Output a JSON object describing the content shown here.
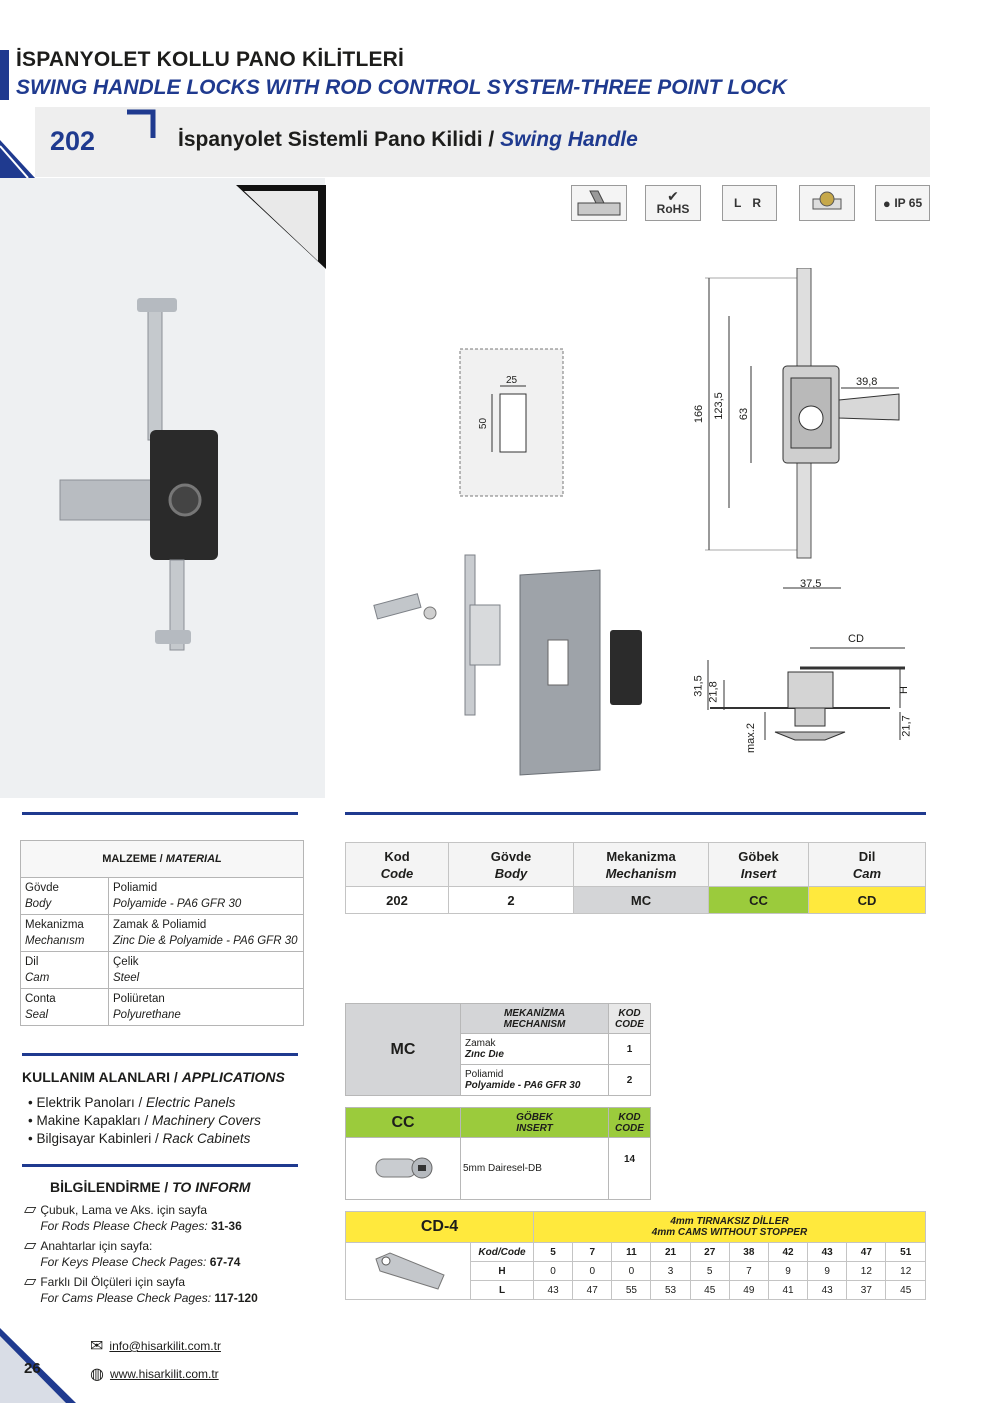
{
  "header": {
    "title_tr": "İSPANYOLET KOLLU PANO KİLİTLERİ",
    "title_en": "SWING HANDLE LOCKS WITH ROD CONTROL SYSTEM-THREE POINT LOCK"
  },
  "product": {
    "number": "202",
    "name_tr": "İspanyolet Sistemli Pano Kilidi",
    "separator": "/",
    "name_en": "Swing Handle"
  },
  "icons": [
    {
      "name": "rail-icon",
      "label": ""
    },
    {
      "name": "rohs-icon",
      "label": "RoHS"
    },
    {
      "name": "left-right-icon",
      "label": "L R"
    },
    {
      "name": "cylinder-icon",
      "label": ""
    },
    {
      "name": "ip65-icon",
      "label": "IP 65"
    }
  ],
  "dimensions": {
    "cutout_w": "25",
    "cutout_h": "50",
    "d166": "166",
    "d1235": "123,5",
    "d63": "63",
    "d398": "39,8",
    "d375": "37,5",
    "cd": "CD",
    "d315": "31,5",
    "d218": "21,8",
    "h": "H",
    "d217": "21,7",
    "max2": "max.2"
  },
  "material": {
    "title_tr": "MALZEME /",
    "title_en": "MATERIAL",
    "rows": [
      {
        "k_tr": "Gövde",
        "k_en": "Body",
        "v_tr": "Poliamid",
        "v_en": "Polyamide - PA6 GFR 30"
      },
      {
        "k_tr": "Mekanizma",
        "k_en": "Mechanısm",
        "v_tr": "Zamak & Poliamid",
        "v_en": "Zinc Die & Polyamide - PA6 GFR 30"
      },
      {
        "k_tr": "Dil",
        "k_en": "Cam",
        "v_tr": "Çelik",
        "v_en": "Steel"
      },
      {
        "k_tr": "Conta",
        "k_en": "Seal",
        "v_tr": "Poliüretan",
        "v_en": "Polyurethane"
      }
    ]
  },
  "code_table": {
    "headers": [
      {
        "tr": "Kod",
        "en": "Code"
      },
      {
        "tr": "Gövde",
        "en": "Body"
      },
      {
        "tr": "Mekanizma",
        "en": "Mechanism"
      },
      {
        "tr": "Göbek",
        "en": "Insert"
      },
      {
        "tr": "Dil",
        "en": "Cam"
      }
    ],
    "values": [
      "202",
      "2",
      "MC",
      "CC",
      "CD"
    ],
    "colors": {
      "mc": "#d4d5d7",
      "cc": "#9bcb3c",
      "cd": "#ffe93d"
    }
  },
  "applications": {
    "title_tr": "KULLANIM ALANLARI /",
    "title_en": "APPLICATIONS",
    "items": [
      {
        "tr": "• Elektrik Panoları /",
        "en": "Electric Panels"
      },
      {
        "tr": "• Makine Kapakları /",
        "en": "Machinery Covers"
      },
      {
        "tr": "• Bilgisayar Kabinleri /",
        "en": "Rack Cabinets"
      }
    ]
  },
  "inform": {
    "title_tr": "BİLGİLENDİRME /",
    "title_en": "TO INFORM",
    "items": [
      {
        "tr": "Çubuk, Lama ve Aks. için sayfa",
        "en": "For Rods Please Check Pages:",
        "pages": "31-36"
      },
      {
        "tr": "Anahtarlar için sayfa:",
        "en": "For Keys Please Check Pages:",
        "pages": "67-74"
      },
      {
        "tr": "Farklı Dil Ölçüleri için sayfa",
        "en": "For Cams Please Check Pages:",
        "pages": "117-120"
      }
    ]
  },
  "mc_table": {
    "label": "MC",
    "head1_tr": "MEKANİZMA",
    "head1_en": "MECHANISM",
    "head2_tr": "KOD",
    "head2_en": "CODE",
    "rows": [
      {
        "tr": "Zamak",
        "en": "Zınc Dıe",
        "code": "1"
      },
      {
        "tr": "Poliamid",
        "en": "Polyamide - PA6 GFR 30",
        "code": "2"
      }
    ]
  },
  "cc_table": {
    "label": "CC",
    "head1_tr": "GÖBEK",
    "head1_en": "INSERT",
    "head2_tr": "KOD",
    "head2_en": "CODE",
    "desc": "5mm Dairesel-DB",
    "code": "14"
  },
  "cd_table": {
    "label": "CD-4",
    "title_tr": "4mm TIRNAKSIZ DİLLER",
    "title_en": "4mm CAMS WITHOUT STOPPER",
    "row_labels": [
      "Kod/Code",
      "H",
      "L"
    ],
    "codes": [
      "5",
      "7",
      "11",
      "21",
      "27",
      "38",
      "42",
      "43",
      "47",
      "51"
    ],
    "h": [
      "0",
      "0",
      "0",
      "3",
      "5",
      "7",
      "9",
      "9",
      "12",
      "12"
    ],
    "l": [
      "43",
      "47",
      "55",
      "53",
      "45",
      "49",
      "41",
      "43",
      "37",
      "45"
    ]
  },
  "footer": {
    "page": "26",
    "email": "info@hisarkilit.com.tr",
    "web": "www.hisarkilit.com.tr"
  }
}
